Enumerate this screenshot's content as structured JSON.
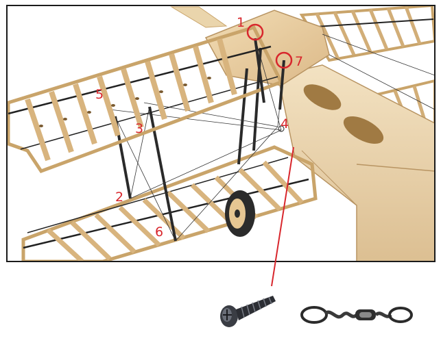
{
  "diagram": {
    "callout_color": "#d8262c",
    "frame_color": "#1a1a1a",
    "balsa_color": "#e6c692",
    "balsa_dark": "#c9a46a",
    "strut_color": "#2a2a2a",
    "callouts": [
      {
        "label": "1",
        "circled": true
      },
      {
        "label": "7",
        "circled": true
      },
      {
        "label": "5",
        "circled": false
      },
      {
        "label": "3",
        "circled": false
      },
      {
        "label": "4",
        "circled": false
      },
      {
        "label": "2",
        "circled": false
      },
      {
        "label": "6",
        "circled": false
      }
    ],
    "parts": [
      {
        "name": "screw",
        "icon": "wood-screw-icon"
      },
      {
        "name": "swivel",
        "icon": "fishing-swivel-icon"
      }
    ]
  }
}
